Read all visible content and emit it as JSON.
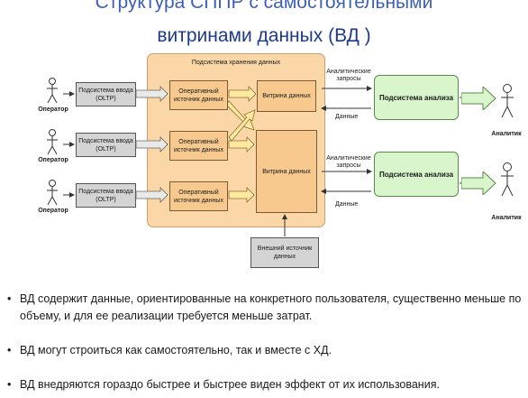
{
  "title": {
    "line1": "Структура СППР с самостоятельными",
    "line2": "витринами данных (ВД )"
  },
  "storage": {
    "label": "Подсистема хранения данных"
  },
  "rows": [
    {
      "input_label": "Подсистема ввода (OLTP)",
      "source_label": "Оперативный источник данных",
      "actor_label": "Оператор"
    },
    {
      "input_label": "Подсистема ввода (OLTP)",
      "source_label": "Оперативный источник данных",
      "actor_label": "Оператор"
    },
    {
      "input_label": "Подсистема ввода (OLTP)",
      "source_label": "Оперативный источник данных",
      "actor_label": "Оператор"
    }
  ],
  "marts": [
    {
      "label": "Витрина данных"
    },
    {
      "label": "Витрина данных"
    }
  ],
  "external": {
    "label": "Внешний источник данных"
  },
  "analysis": [
    {
      "label": "Подсистема анализа",
      "queries_label": "Аналитические запросы",
      "data_label": "Данные",
      "actor_label": "Аналитик"
    },
    {
      "label": "Подсистема анализа",
      "queries_label": "Аналитические запросы",
      "data_label": "Данные",
      "actor_label": "Аналитик"
    }
  ],
  "bullets": [
    "ВД содержит данные, ориентированные на конкретного пользователя, существенно меньше по объему, и для ее реализации требуется меньше затрат.",
    "ВД могут строиться как самостоятельно, так и вместе с ХД.",
    "ВД внедряются гораздо быстрее и быстрее виден эффект от их использования."
  ]
}
